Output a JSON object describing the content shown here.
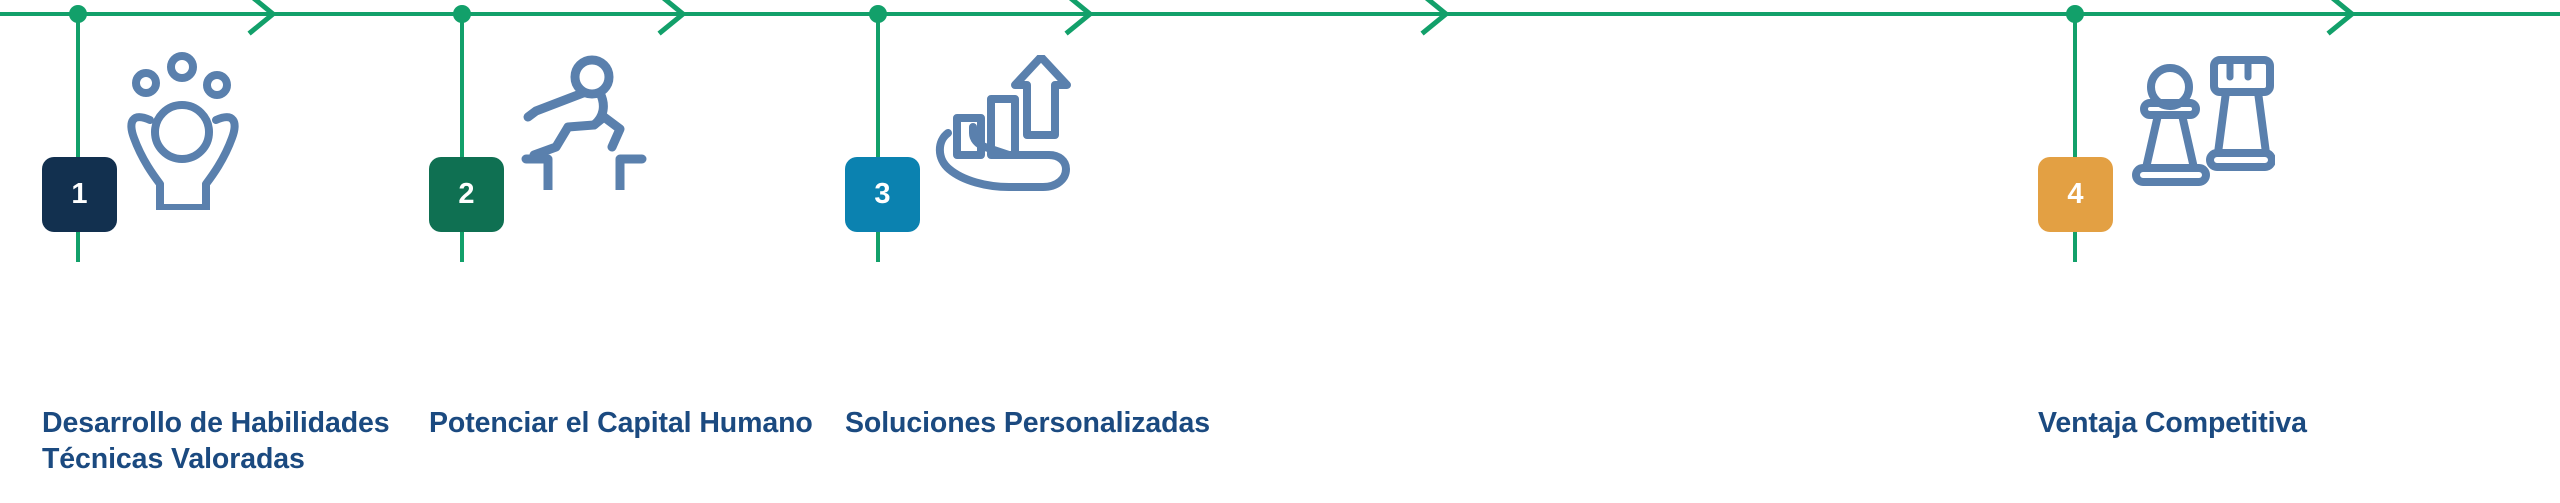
{
  "timeline": {
    "orientation": "horizontal",
    "line_color": "#12a06a",
    "node_color": "#12a06a",
    "arrow_color": "#12a06a",
    "background_color": "#ffffff",
    "label_color": "#1b4a80",
    "icon_color": "#5a80ad",
    "arrow_count": 4,
    "step_count": 4
  },
  "steps": [
    {
      "number": "1",
      "label": "Desarrollo de Habilidades\nTécnicas Valoradas",
      "badge_color": "#12304f",
      "icon_name": "juggling-person-icon"
    },
    {
      "number": "2",
      "label": "Potenciar el Capital Humano",
      "badge_color": "#0f7052",
      "icon_name": "hurdle-runner-icon"
    },
    {
      "number": "3",
      "label": "Soluciones Personalizadas",
      "badge_color": "#0b82b0",
      "icon_name": "hand-growth-chart-icon"
    },
    {
      "number": "4",
      "label": "Ventaja Competitiva",
      "badge_color": "#e3a043",
      "icon_name": "chess-pieces-icon"
    }
  ]
}
